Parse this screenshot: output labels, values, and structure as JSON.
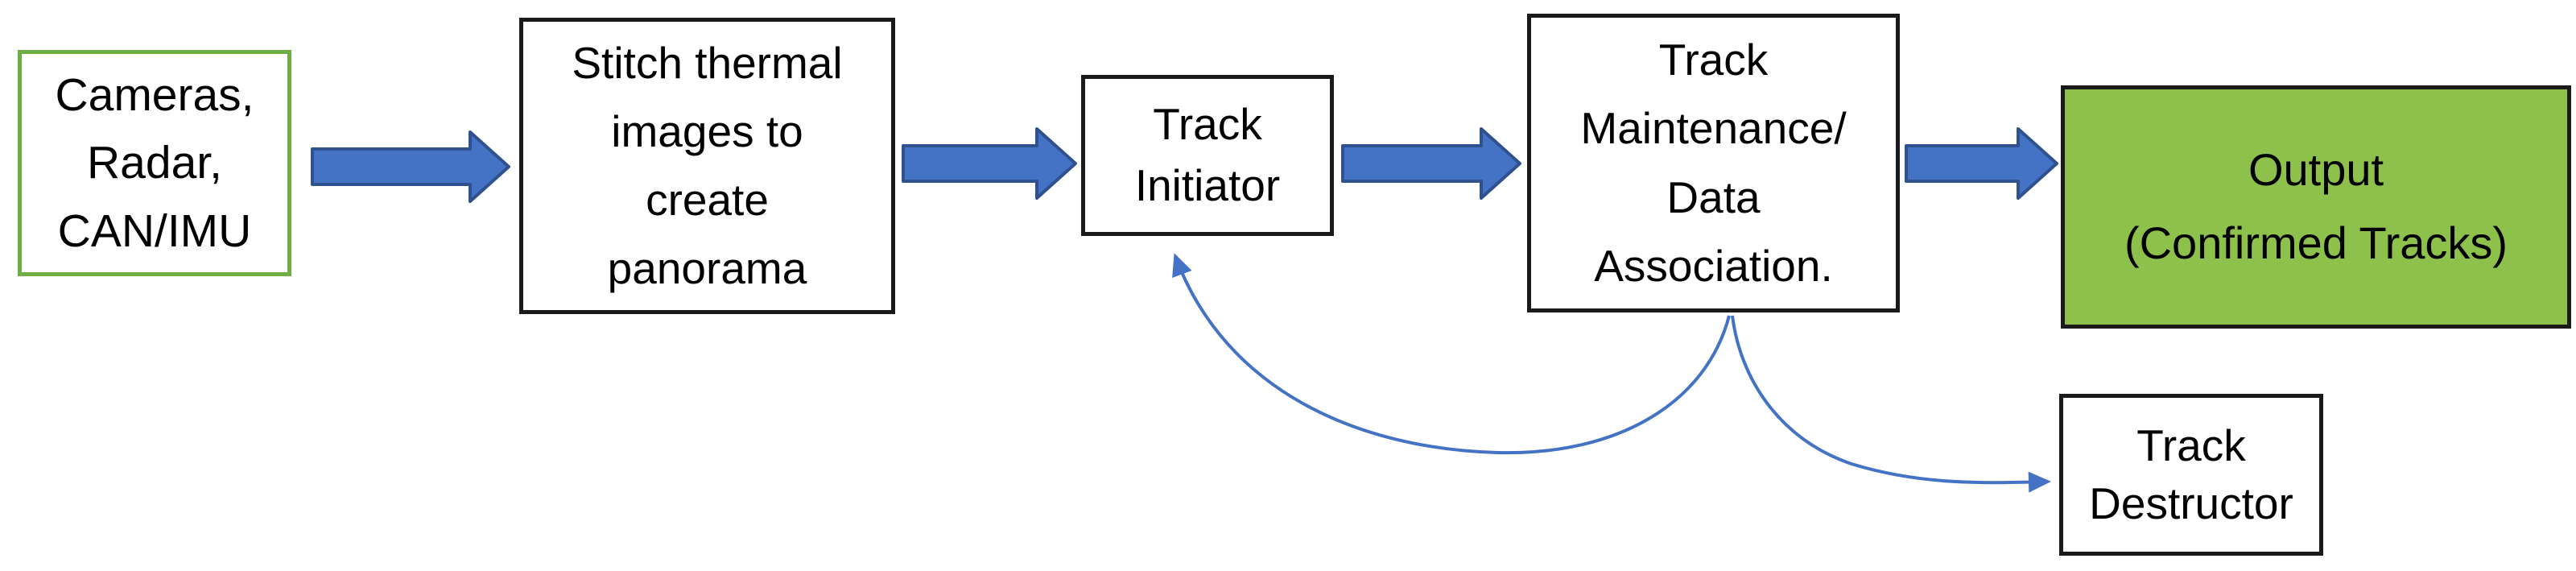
{
  "diagram": {
    "type": "flowchart",
    "background": "#ffffff",
    "colors": {
      "block_arrow_fill": "#4472C4",
      "block_arrow_border": "#2F528F",
      "thin_arrow": "#4472C4",
      "box_border_black": "#1a1a1a",
      "box_border_green": "#6FAE45",
      "box_fill_green": "#8DC14C",
      "text": "#000000"
    },
    "nodes": {
      "sensors": {
        "lines": [
          "Cameras,",
          "Radar,",
          "CAN/IMU"
        ],
        "fill": "#FFFFFF",
        "border": "#6FAE45"
      },
      "stitch": {
        "lines": [
          "Stitch thermal",
          "images to",
          "create",
          "panorama"
        ],
        "fill": "#FFFFFF",
        "border": "#1a1a1a"
      },
      "initiator": {
        "lines": [
          "Track",
          "Initiator"
        ],
        "fill": "#FFFFFF",
        "border": "#1a1a1a"
      },
      "maintenance": {
        "lines": [
          "Track",
          "Maintenance/",
          "Data",
          "Association."
        ],
        "fill": "#FFFFFF",
        "border": "#1a1a1a"
      },
      "output": {
        "lines": [
          "Output",
          "(Confirmed Tracks)"
        ],
        "fill": "#8DC14C",
        "border": "#1a1a1a"
      },
      "destructor": {
        "lines": [
          "Track",
          "Destructor"
        ],
        "fill": "#FFFFFF",
        "border": "#1a1a1a"
      }
    },
    "edges": [
      {
        "from": "sensors",
        "to": "stitch",
        "style": "block-arrow"
      },
      {
        "from": "stitch",
        "to": "initiator",
        "style": "block-arrow"
      },
      {
        "from": "initiator",
        "to": "maintenance",
        "style": "block-arrow"
      },
      {
        "from": "maintenance",
        "to": "output",
        "style": "block-arrow"
      },
      {
        "from": "maintenance",
        "to": "initiator",
        "style": "thin-curved-arrow"
      },
      {
        "from": "maintenance",
        "to": "destructor",
        "style": "thin-curved-arrow"
      }
    ]
  }
}
